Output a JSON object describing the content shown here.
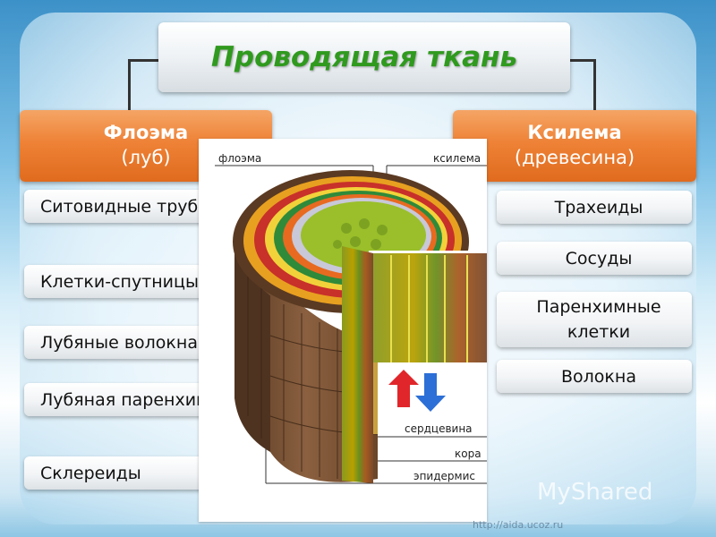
{
  "title": "Проводящая ткань",
  "phloem": {
    "name": "Флоэма",
    "sub": "(луб)",
    "items": [
      "Ситовидные трубки",
      "Клетки-спутницы",
      "Лубяные волокна",
      "Лубяная паренхима",
      "Склереиды"
    ]
  },
  "xylem": {
    "name": "Ксилема",
    "sub": "(древесина)",
    "items": [
      "Трахеиды",
      "Сосуды",
      "Паренхимные клетки",
      "Волокна"
    ]
  },
  "figure_labels": {
    "phloem": "флоэма",
    "xylem": "ксилема",
    "pith": "сердцевина",
    "cortex": "кора",
    "epidermis": "эпидермис"
  },
  "watermark": "MyShared",
  "source_url": "http://aida.ucoz.ru",
  "colors": {
    "title_green": "#2f9a1e",
    "header_orange": "#ee8236",
    "arrow_red": "#e0262a",
    "arrow_blue": "#2c6fd6"
  }
}
